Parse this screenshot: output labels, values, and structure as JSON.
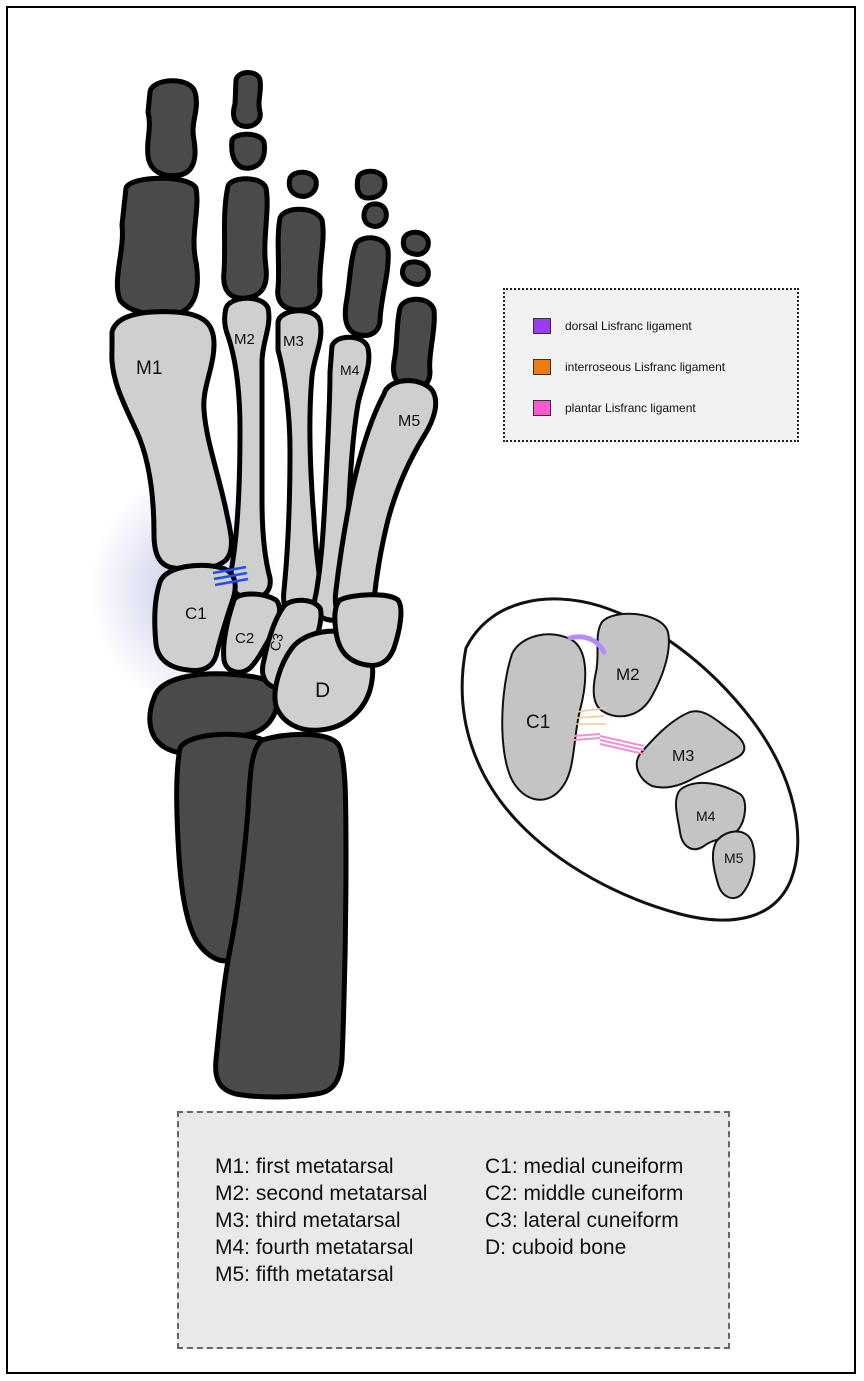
{
  "foot_labels": {
    "m1": "M1",
    "m2": "M2",
    "m3": "M3",
    "m4": "M4",
    "m5": "M5",
    "c1": "C1",
    "c2": "C2",
    "c3": "C3",
    "d": "D"
  },
  "cross_section_labels": {
    "c1": "C1",
    "m2": "M2",
    "m3": "M3",
    "m4": "M4",
    "m5": "M5"
  },
  "legend": {
    "items": [
      {
        "label": "dorsal Lisfranc ligament",
        "color": "#9b3cf0"
      },
      {
        "label": "interroseous Lisfranc ligament",
        "color": "#f07a12"
      },
      {
        "label": "plantar Lisfranc ligament",
        "color": "#ff5ad2"
      }
    ]
  },
  "key": {
    "left": [
      "M1: first metatarsal",
      "M2: second metatarsal",
      "M3: third metatarsal",
      "M4: fourth metatarsal",
      "M5: fifth metatarsal"
    ],
    "right": [
      "C1: medial cuneiform",
      "C2: middle cuneiform",
      "C3: lateral cuneiform",
      "D: cuboid bone"
    ]
  },
  "colors": {
    "phalanx_and_tarsal": "#4a4a4a",
    "metatarsal_and_cuneiform": "#cfcfcf",
    "lisfranc_marker": "#1f4fff"
  }
}
